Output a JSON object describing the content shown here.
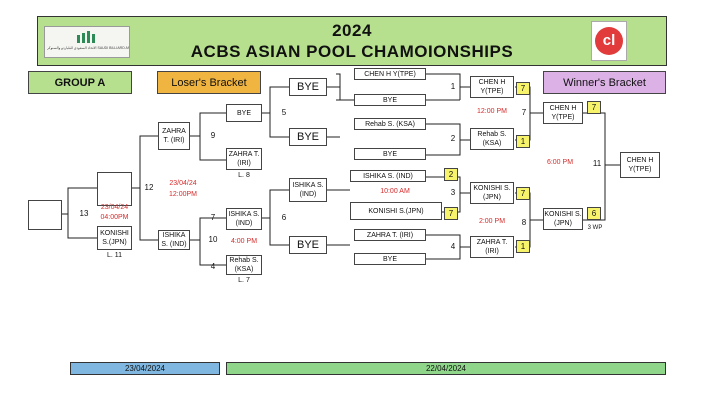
{
  "header": {
    "year": "2024",
    "title": "ACBS ASIAN POOL CHAMOIONSHIPS",
    "logo_left_text": "الاتحاد السعودي للبلياردو والسنوكر SAUDI BILLIARD AND SNOOKER FEDERATION",
    "logo_right_text": "cl"
  },
  "labels": {
    "group": "GROUP A",
    "loser_bracket": "Loser's Bracket",
    "winner_bracket": "Winner's Bracket"
  },
  "bye": "BYE",
  "winners": {
    "r1": [
      {
        "player": "CHEN H Y(TPE)"
      },
      {
        "player": "Rehab S. (KSA)"
      },
      {
        "player": "ISHIKA S. (IND)",
        "score": "2"
      },
      {
        "player": "KONISHI S.(JPN)",
        "score": "7"
      },
      {
        "player": "ZAHRA T. (IRI)"
      }
    ],
    "m1": {
      "num": "1",
      "player": "CHEN H Y(TPE)",
      "score": "7"
    },
    "m2": {
      "num": "2",
      "player": "Rehab S. (KSA)",
      "score": "1"
    },
    "m3": {
      "num": "3",
      "player": "KONISHI S.(JPN)",
      "score": "7"
    },
    "m4": {
      "num": "4",
      "player": "ZAHRA T. (IRI)",
      "score": "1"
    },
    "m3_time": "10:00 AM",
    "m7": {
      "num": "7",
      "time": "12:00 PM",
      "player": "CHEN H Y(TPE)",
      "score": "7"
    },
    "m8": {
      "num": "8",
      "time": "2:00 PM",
      "player": "KONISHI S.(JPN)",
      "score": "6"
    },
    "m8_note": "3 WP",
    "m11": {
      "num": "11",
      "time": "6:00 PM",
      "player": "CHEN H Y(TPE)"
    }
  },
  "losers": {
    "m5": {
      "num": "5"
    },
    "m6": {
      "num": "6",
      "player": "ISHIKA S. (IND)"
    },
    "m9": {
      "num": "9",
      "top": "ZAHRA T. (IRI)",
      "bottom": "ZAHRA T. (IRI)",
      "loss": "L. 8"
    },
    "m10": {
      "num": "10",
      "time": "4:00 PM",
      "top": "ISHIKA S. (IND)",
      "bottom": "ISHIKA S. (IND)"
    },
    "m4b": {
      "num": "4",
      "player": "Rehab S. (KSA)",
      "loss": "L. 7"
    },
    "m7b": {
      "num": "7"
    },
    "m12": {
      "num": "12",
      "date": "23/04/24",
      "time": "12:00PM"
    },
    "m13": {
      "num": "13",
      "date": "23/04/24",
      "time": "04:00PM",
      "player": "KONISHI S.(JPN)",
      "loss": "L. 11"
    }
  },
  "dates": {
    "day2": "23/04/2024",
    "day1": "22/04/2024"
  }
}
